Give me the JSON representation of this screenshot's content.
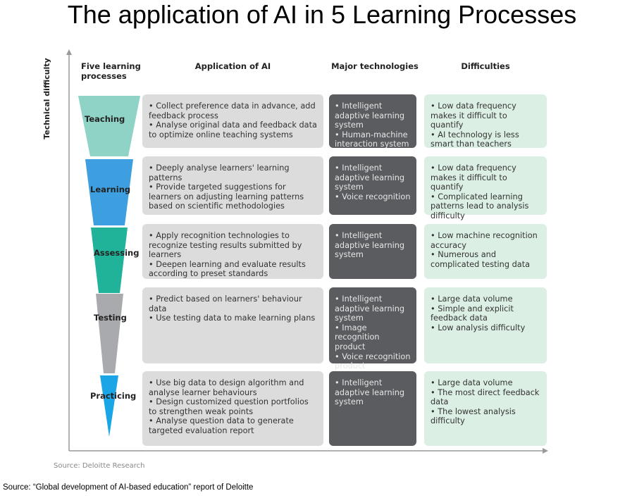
{
  "title": "The application of AI in 5 Learning Processes",
  "axis_label": "Technical difficulty",
  "headers": {
    "processes": "Five learning processes",
    "application": "Application of AI",
    "technologies": "Major technologies",
    "difficulties": "Difficulties"
  },
  "rows": [
    {
      "stage": "Teaching",
      "color": "#8fd3c7",
      "application": [
        "• Collect preference data in advance, add feedback process",
        "• Analyse original data and feedback data to optimize online teaching systems"
      ],
      "technologies": [
        "• Intelligent adaptive learning system",
        "• Human-machine interaction system"
      ],
      "difficulties": [
        "• Low data frequency makes it difficult to quantify",
        "• AI technology is less smart than teachers"
      ]
    },
    {
      "stage": "Learning",
      "color": "#3e9fe0",
      "application": [
        "• Deeply analyse learners' learning patterns",
        "• Provide targeted suggestions for learners on adjusting learning patterns based on scientific methodologies"
      ],
      "technologies": [
        "• Intelligent adaptive learning system",
        "• Voice recognition"
      ],
      "difficulties": [
        "• Low data frequency makes it difficult to quantify",
        "• Complicated learning patterns lead to analysis difficulty"
      ]
    },
    {
      "stage": "Assessing",
      "color": "#21b39a",
      "application": [
        "• Apply recognition technologies to recognize testing results submitted by learners",
        "• Deepen learning and evaluate results according to preset standards"
      ],
      "technologies": [
        "• Intelligent adaptive learning system"
      ],
      "difficulties": [
        "• Low machine recognition accuracy",
        "• Numerous and complicated testing data"
      ]
    },
    {
      "stage": "Testing",
      "color": "#a9aaad",
      "application": [
        "• Predict based on learners' behaviour data",
        "• Use testing data to make learning plans"
      ],
      "technologies": [
        "• Intelligent adaptive learning system",
        "• Image recognition product",
        "• Voice recognition product"
      ],
      "difficulties": [
        "• Large data volume",
        "• Simple and explicit feedback data",
        "• Low analysis difficulty"
      ]
    },
    {
      "stage": "Practicing",
      "color": "#1aa6e6",
      "application": [
        "• Use big data to design algorithm and analyse learner behaviours",
        "• Design customized question portfolios to strengthen weak points",
        "• Analyse question data to generate targeted evaluation report"
      ],
      "technologies": [
        "• Intelligent adaptive learning system"
      ],
      "difficulties": [
        "• Large data volume",
        "• The most direct feedback data",
        "• The lowest analysis difficulty"
      ]
    }
  ],
  "source_note": "Source: Deloitte Research",
  "source_footer": "Source: “Global development of AI-based education” report of Deloitte"
}
